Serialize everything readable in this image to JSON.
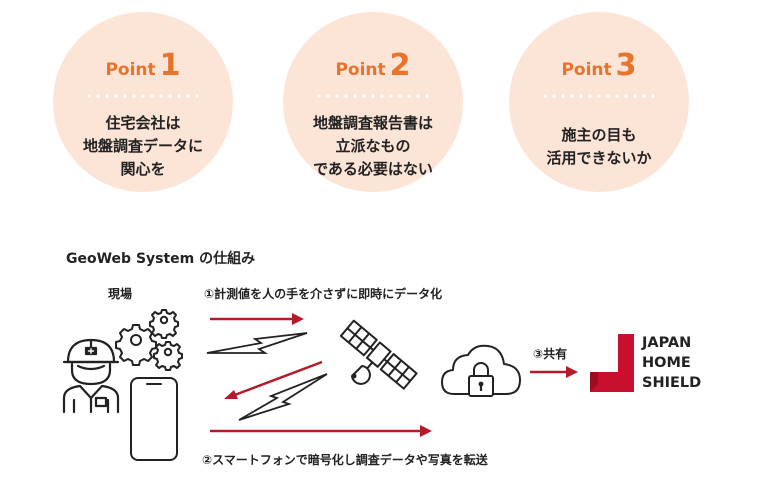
{
  "points": [
    {
      "word": "Point",
      "number": "1",
      "lines": [
        "住宅会社は",
        "地盤調査データに",
        "関心を"
      ]
    },
    {
      "word": "Point",
      "number": "2",
      "lines": [
        "地盤調査報告書は",
        "立派なもの",
        "である必要はない"
      ]
    },
    {
      "word": "Point",
      "number": "3",
      "lines": [
        "施主の目も",
        "活用できないか"
      ]
    }
  ],
  "diagram": {
    "title": "GeoWeb System の仕組み",
    "site_label": "現場",
    "step1_label": "①計測値を人の手を介さずに即時にデータ化",
    "step2_label": "②スマートフォンで暗号化し調査データや写真を転送",
    "step3_label": "③共有",
    "brand_lines": [
      "JAPAN",
      "HOME",
      "SHIELD"
    ]
  },
  "colors": {
    "circle_fill": "#fce4d6",
    "accent_orange": "#e8732c",
    "arrow_red": "#b31b2b",
    "brand_red": "#c8102e",
    "icon_dark": "#222222"
  },
  "icons": {
    "worker": "worker-icon",
    "gears": "gears-icon",
    "smartphone": "smartphone-icon",
    "satellite": "satellite-icon",
    "cloud_lock": "cloud-lock-icon",
    "lightning": "lightning-icon",
    "brand_logo": "japan-home-shield-logo"
  }
}
